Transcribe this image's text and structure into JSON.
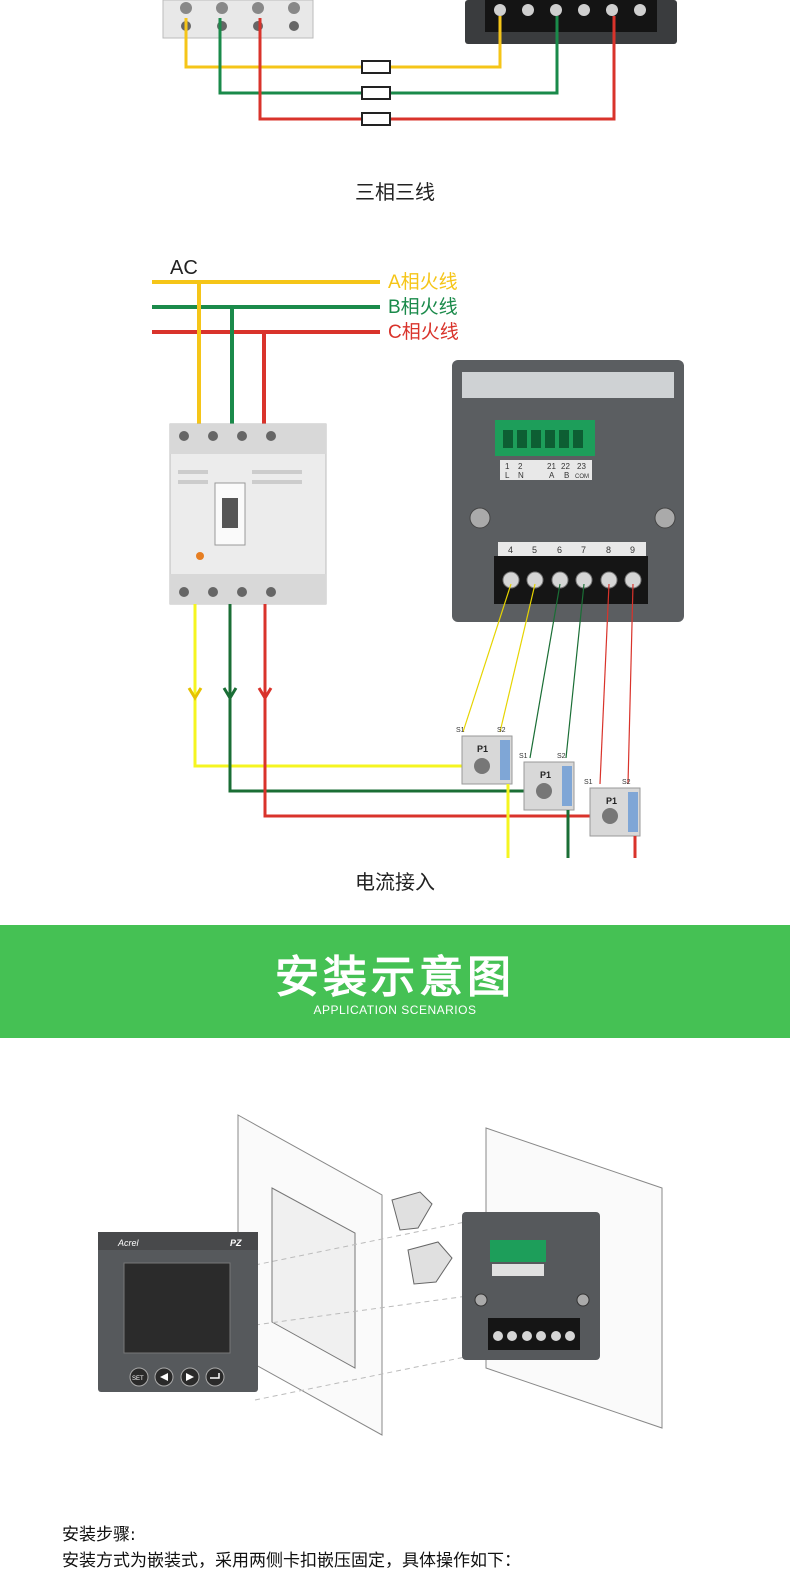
{
  "section1": {
    "caption": "三相三线"
  },
  "section2": {
    "ac_label": "AC",
    "phase_a": "A相火线",
    "phase_b": "B相火线",
    "phase_c": "C相火线",
    "term_top_1": "1",
    "term_top_2": "2",
    "term_top_21": "21",
    "term_top_22": "22",
    "term_top_23": "23",
    "term_l": "L",
    "term_n": "N",
    "term_a": "A",
    "term_b": "B",
    "term_com": "COM",
    "term_bottom": [
      "4",
      "5",
      "6",
      "7",
      "8",
      "9"
    ],
    "ct_s1": "S1",
    "ct_s2": "S2",
    "ct_p1": "P1",
    "caption": "电流接入"
  },
  "banner": {
    "title": "安装示意图",
    "subtitle": "APPLICATION SCENARIOS"
  },
  "install": {
    "brand": "Acrel",
    "model": "PZ",
    "btn_set": "SET"
  },
  "steps": {
    "heading": "安装步骤:",
    "line1": "安装方式为嵌装式，采用两侧卡扣嵌压固定，具体操作如下："
  },
  "colors": {
    "yellow": "#f5c518",
    "green": "#1a8a4a",
    "red": "#d9332b",
    "banner": "#45c154"
  }
}
